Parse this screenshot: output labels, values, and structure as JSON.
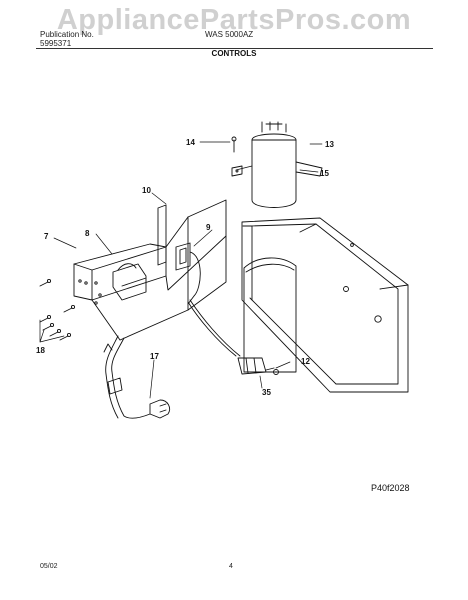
{
  "header": {
    "left_line1": "Publication No.",
    "left_line2": "5995371",
    "right_line1": "WAS 5000AZ",
    "section_title": "CONTROLS"
  },
  "watermark": "AppliancePartsPros.com",
  "callouts": {
    "c7": "7",
    "c8": "8",
    "c9": "9",
    "c10": "10",
    "c12": "12",
    "c13": "13",
    "c14": "14",
    "c15": "15",
    "c17": "17",
    "c18": "18",
    "c35": "35"
  },
  "figure_ref": "P40f2028",
  "footer": {
    "date": "05/02",
    "page": "4"
  },
  "colors": {
    "line": "#111111",
    "watermark": "#969696"
  }
}
